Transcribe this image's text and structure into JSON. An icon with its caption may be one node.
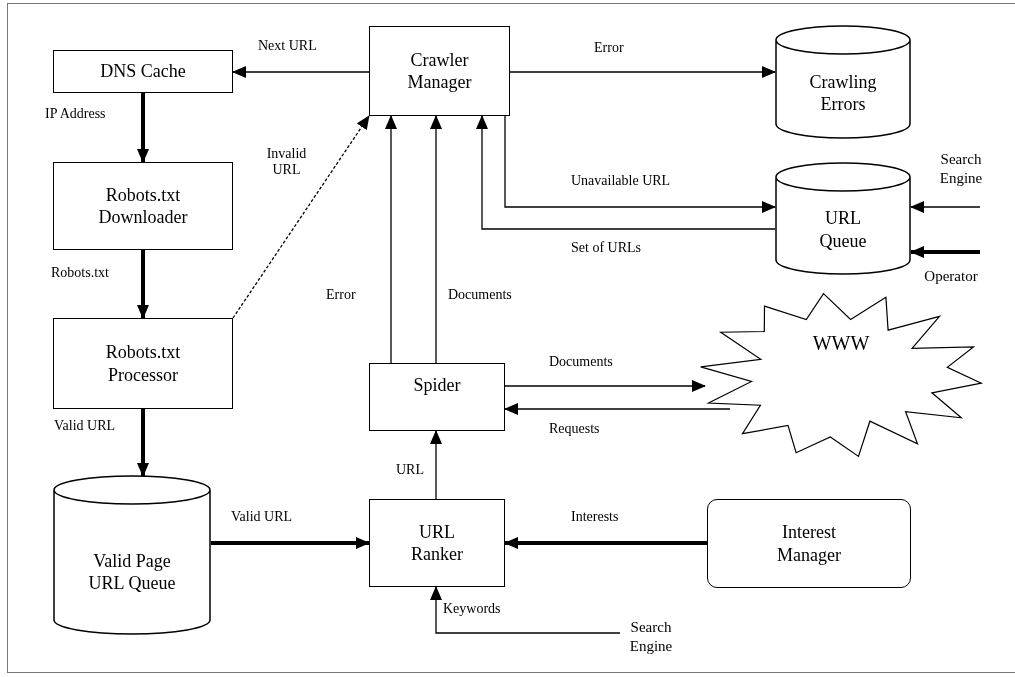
{
  "diagram": {
    "nodes": [
      {
        "text": [
          "DNS Cache"
        ]
      },
      {
        "text": [
          "Robots.txt Downloader"
        ]
      },
      {
        "text": [
          "Robots.txt Processor"
        ]
      },
      {
        "text": [
          "Valid Page URL Queue"
        ]
      },
      {
        "text": [
          "Crawler Manager"
        ]
      },
      {
        "text": [
          "Crawling Errors"
        ]
      },
      {
        "text": [
          "URL Queue"
        ]
      },
      {
        "text": [
          "Spider"
        ]
      },
      {
        "text": [
          "WWW"
        ]
      },
      {
        "text": [
          "URL Ranker"
        ]
      },
      {
        "text": [
          "Interest Manager"
        ]
      },
      {
        "text": [
          "Search Engine"
        ]
      },
      {
        "text": [
          "Operator"
        ]
      },
      {
        "text": [
          "Search Engine"
        ]
      }
    ],
    "edges": [
      {
        "from": 4,
        "to": 0,
        "arrow": "to",
        "label": "Next URL"
      },
      {
        "from": 0,
        "to": 1,
        "arrow": "to",
        "label": "IP Address",
        "style": "thick"
      },
      {
        "from": 1,
        "to": 2,
        "arrow": "to",
        "label": "Robots.txt",
        "style": "thick"
      },
      {
        "from": 2,
        "to": 4,
        "arrow": "to",
        "label": "Invalid URL",
        "style": "dashed"
      },
      {
        "from": 4,
        "to": 5,
        "arrow": "to",
        "label": "Error"
      },
      {
        "from": 4,
        "to": 6,
        "arrow": "to",
        "label": "Unavailable URL"
      },
      {
        "from": 6,
        "to": 4,
        "arrow": "to",
        "label": "Set of URLs"
      },
      {
        "from": 7,
        "to": 4,
        "arrow": "to",
        "label": "Error"
      },
      {
        "from": 7,
        "to": 4,
        "arrow": "to",
        "label": "Documents"
      },
      {
        "from": 11,
        "to": 6,
        "arrow": "to"
      },
      {
        "from": 12,
        "to": 6,
        "arrow": "to",
        "style": "thick"
      },
      {
        "from": 7,
        "to": 8,
        "arrow": "to",
        "label": "Documents"
      },
      {
        "from": 8,
        "to": 7,
        "arrow": "to",
        "label": "Requests"
      },
      {
        "from": 3,
        "to": 9,
        "arrow": "to",
        "label": "Valid URL",
        "style": "thick"
      },
      {
        "from": 9,
        "to": 7,
        "arrow": "to",
        "label": "URL"
      },
      {
        "from": 10,
        "to": 9,
        "arrow": "to",
        "label": "Interests",
        "style": "thick"
      },
      {
        "from": 13,
        "to": 9,
        "arrow": "to",
        "label": "Keywords"
      },
      {
        "from": 2,
        "to": 3,
        "arrow": "to",
        "label": "Valid URL",
        "style": "thick"
      }
    ]
  }
}
